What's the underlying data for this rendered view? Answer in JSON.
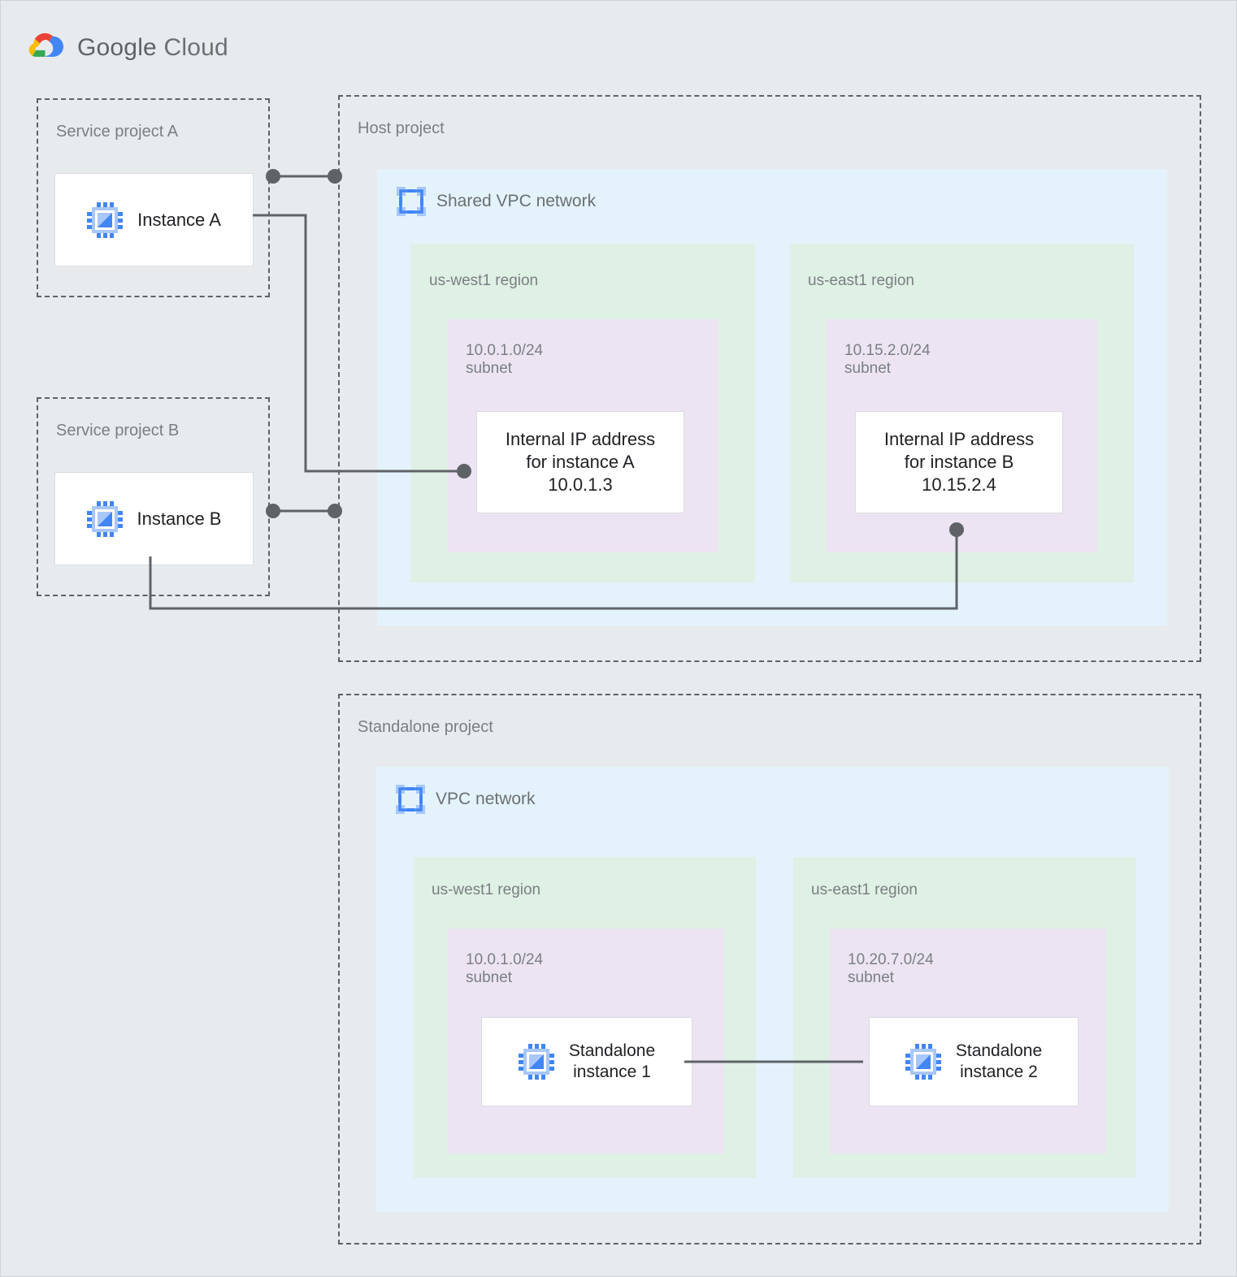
{
  "brand": {
    "name_bold": "Google",
    "name_light": "Cloud",
    "logo_icon": "google-cloud-logo-icon",
    "colors": {
      "red": "#ea4335",
      "blue": "#4285f4",
      "yellow": "#fbbc04",
      "green": "#34a853"
    }
  },
  "palette": {
    "page_background": "#e8ebed",
    "project_border": "#5f6368",
    "vpc_fill": "#e3f2fb",
    "region_fill": "#dff0e4",
    "subnet_fill": "#ece4f3",
    "node_fill": "#ffffff",
    "connector": "#5f6368",
    "label_text": "#7a7f83",
    "node_text": "#202124",
    "icon_blue_dark": "#4285f4",
    "icon_blue_light": "#a8c7fa"
  },
  "service_project_a": {
    "label": "Service project A",
    "instance": {
      "label": "Instance A",
      "icon": "vm-instance-chip-icon"
    }
  },
  "service_project_b": {
    "label": "Service project B",
    "instance": {
      "label": "Instance B",
      "icon": "vm-instance-chip-icon"
    }
  },
  "host_project": {
    "label": "Host project",
    "network": {
      "title": "Shared VPC network",
      "icon": "vpc-network-icon"
    },
    "regions": [
      {
        "label": "us-west1 region",
        "subnet": {
          "label": "10.0.1.0/24\nsubnet",
          "cidr": "10.0.1.0/24",
          "node": {
            "label": "Internal IP address\nfor instance A\n10.0.1.3",
            "ip": "10.0.1.3"
          }
        }
      },
      {
        "label": "us-east1 region",
        "subnet": {
          "label": "10.15.2.0/24\nsubnet",
          "cidr": "10.15.2.0/24",
          "node": {
            "label": "Internal IP address\nfor instance B\n10.15.2.4",
            "ip": "10.15.2.4"
          }
        }
      }
    ]
  },
  "standalone_project": {
    "label": "Standalone project",
    "network": {
      "title": "VPC network",
      "icon": "vpc-network-icon"
    },
    "regions": [
      {
        "label": "us-west1 region",
        "subnet": {
          "label": "10.0.1.0/24\nsubnet",
          "cidr": "10.0.1.0/24",
          "node": {
            "label": "Standalone\ninstance 1",
            "icon": "vm-instance-chip-icon"
          }
        }
      },
      {
        "label": "us-east1 region",
        "subnet": {
          "label": "10.20.7.0/24\nsubnet",
          "cidr": "10.20.7.0/24",
          "node": {
            "label": "Standalone\ninstance 2",
            "icon": "vm-instance-chip-icon"
          }
        }
      }
    ]
  },
  "connections": [
    {
      "name": "instance-a-to-host-project",
      "from": "Instance A",
      "to": "Host project boundary"
    },
    {
      "name": "instance-a-to-internal-ip-a",
      "from": "Instance A",
      "to": "Internal IP address for instance A"
    },
    {
      "name": "instance-b-to-host-project",
      "from": "Instance B",
      "to": "Host project boundary"
    },
    {
      "name": "instance-b-to-internal-ip-b",
      "from": "Instance B",
      "to": "Internal IP address for instance B"
    },
    {
      "name": "standalone-1-to-standalone-2",
      "from": "Standalone instance 1",
      "to": "Standalone instance 2"
    }
  ]
}
